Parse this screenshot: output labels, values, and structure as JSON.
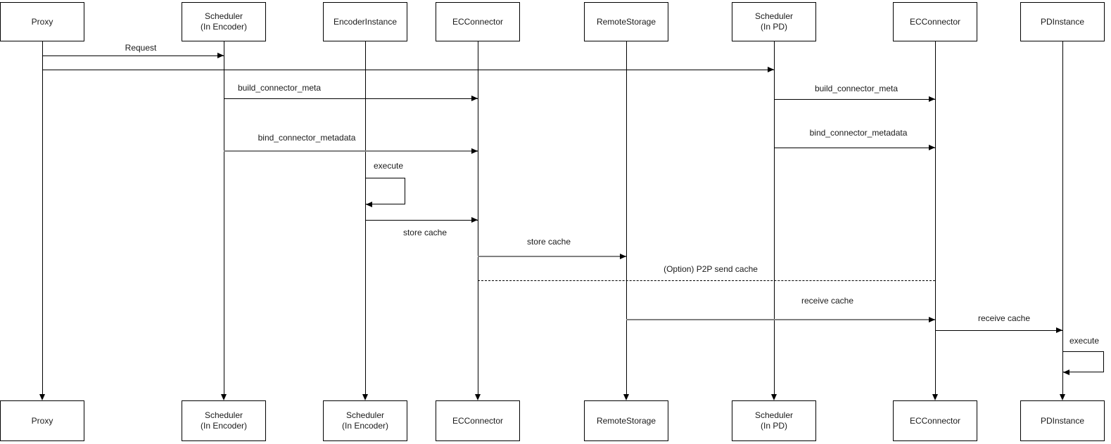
{
  "diagram": {
    "type": "sequence",
    "participants": [
      {
        "top_label": "Proxy",
        "top_sub": "",
        "bottom_label": "Proxy",
        "bottom_sub": ""
      },
      {
        "top_label": "Scheduler",
        "top_sub": "(In Encoder)",
        "bottom_label": "Scheduler",
        "bottom_sub": "(In Encoder)"
      },
      {
        "top_label": "EncoderInstance",
        "top_sub": "",
        "bottom_label": "Scheduler",
        "bottom_sub": "(In Encoder)"
      },
      {
        "top_label": "ECConnector",
        "top_sub": "",
        "bottom_label": "ECConnector",
        "bottom_sub": ""
      },
      {
        "top_label": "RemoteStorage",
        "top_sub": "",
        "bottom_label": "RemoteStorage",
        "bottom_sub": ""
      },
      {
        "top_label": "Scheduler",
        "top_sub": "(In PD)",
        "bottom_label": "Scheduler",
        "bottom_sub": "(In PD)"
      },
      {
        "top_label": "ECConnector",
        "top_sub": "",
        "bottom_label": "ECConnector",
        "bottom_sub": ""
      },
      {
        "top_label": "PDInstance",
        "top_sub": "",
        "bottom_label": "PDInstance",
        "bottom_sub": ""
      }
    ],
    "messages": [
      {
        "from": "Proxy",
        "to": "Scheduler (In Encoder)",
        "label": "Request",
        "style": "solid"
      },
      {
        "from": "Proxy",
        "to": "Scheduler (In PD)",
        "label": "",
        "style": "solid"
      },
      {
        "from": "Scheduler (In Encoder)",
        "to": "ECConnector",
        "label": "build_connector_meta",
        "style": "solid"
      },
      {
        "from": "Scheduler (In Encoder)",
        "to": "ECConnector",
        "label": "bind_connector_metadata",
        "style": "solid"
      },
      {
        "from": "Scheduler (In PD)",
        "to": "ECConnector (PD side)",
        "label": "build_connector_meta",
        "style": "solid"
      },
      {
        "from": "Scheduler (In PD)",
        "to": "ECConnector (PD side)",
        "label": "bind_connector_metadata",
        "style": "solid"
      },
      {
        "from": "EncoderInstance",
        "to": "EncoderInstance",
        "label": "execute",
        "style": "self"
      },
      {
        "from": "EncoderInstance",
        "to": "ECConnector",
        "label": "store cache",
        "style": "solid",
        "label_position": "below"
      },
      {
        "from": "ECConnector",
        "to": "RemoteStorage",
        "label": "store cache",
        "style": "solid"
      },
      {
        "from": "ECConnector",
        "to": "ECConnector (PD side)",
        "label": "(Option) P2P send cache",
        "style": "dashed"
      },
      {
        "from": "RemoteStorage",
        "to": "ECConnector (PD side)",
        "label": "receive cache",
        "style": "solid"
      },
      {
        "from": "ECConnector (PD side)",
        "to": "PDInstance",
        "label": "receive cache",
        "style": "solid"
      },
      {
        "from": "PDInstance",
        "to": "PDInstance",
        "label": "execute",
        "style": "self"
      }
    ],
    "colors": {
      "line": "#000000",
      "line_soft": "#808080",
      "text": "#1a1a1a",
      "box_border": "#000000",
      "box_fill": "#ffffff",
      "background": "#ffffff"
    }
  }
}
